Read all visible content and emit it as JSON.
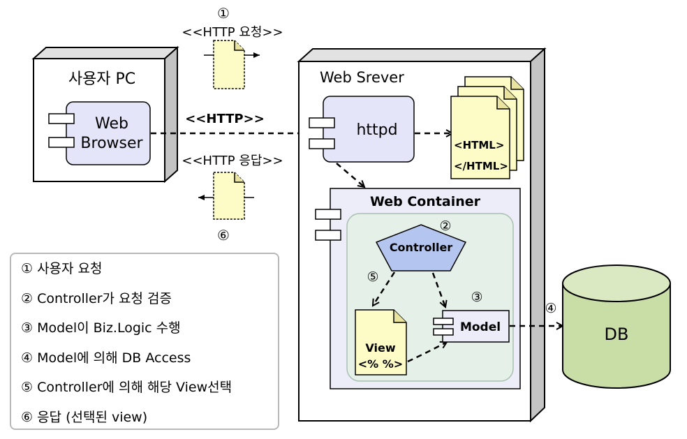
{
  "user_pc": {
    "title": "사용자 PC",
    "component_line1": "Web",
    "component_line2": "Browser"
  },
  "request": {
    "step": "①",
    "label": "<<HTTP 요청>>"
  },
  "http_link": {
    "label": "<<HTTP>>"
  },
  "response": {
    "step": "⑥",
    "label": "<<HTTP 응답>>"
  },
  "server": {
    "title": "Web Srever",
    "httpd_label": "httpd"
  },
  "html_doc": {
    "line1": "<HTML>",
    "line2": "</HTML>"
  },
  "container": {
    "title": "Web Container"
  },
  "controller": {
    "label": "Controller",
    "step": "②"
  },
  "view": {
    "line1": "View",
    "line2": "<% %>",
    "step": "⑤"
  },
  "model": {
    "label": "Model",
    "step": "③"
  },
  "db": {
    "label": "DB",
    "step": "④"
  },
  "legend": {
    "items": [
      "① 사용자 요청",
      "② Controller가 요청 검증",
      "③ Model이 Biz.Logic 수행",
      "④ Model에 의해 DB Access",
      "⑤ Controller에 의해 해당 View선택",
      "⑥ 응답 (선택된 view)"
    ]
  },
  "colors": {
    "node_fill": "#ffffff",
    "node_shade": "#c8c8c8",
    "component_fill": "#e5e5fa",
    "container_fill": "#ededfa",
    "inner_fill": "#e4f0e8",
    "controller_fill": "#b4c6ef",
    "doc_fill": "#fdfbc6",
    "db_fill": "#c9dda6"
  }
}
